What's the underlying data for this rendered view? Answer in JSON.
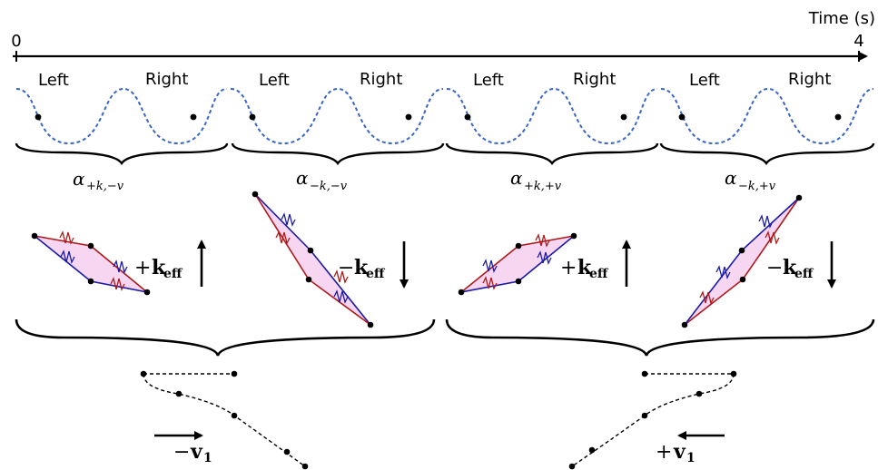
{
  "timeline": {
    "axis_label": "Time (s)",
    "start_label": "0",
    "end_label": "4"
  },
  "segments": [
    {
      "left_label": "Left",
      "right_label": "Right",
      "alpha_sub": "+k,−v"
    },
    {
      "left_label": "Left",
      "right_label": "Right",
      "alpha_sub": "−k,−v"
    },
    {
      "left_label": "Left",
      "right_label": "Right",
      "alpha_sub": "+k,+v"
    },
    {
      "left_label": "Left",
      "right_label": "Right",
      "alpha_sub": "−k,+v"
    }
  ],
  "alpha_symbol": "α",
  "interferometers": [
    {
      "sign": "+",
      "label": "k",
      "subscript": "eff",
      "arrow": "up"
    },
    {
      "sign": "−",
      "label": "k",
      "subscript": "eff",
      "arrow": "down"
    },
    {
      "sign": "+",
      "label": "k",
      "subscript": "eff",
      "arrow": "up"
    },
    {
      "sign": "−",
      "label": "k",
      "subscript": "eff",
      "arrow": "down"
    }
  ],
  "velocities": [
    {
      "sign": "−",
      "label": "v",
      "subscript": "1",
      "arrow": "right"
    },
    {
      "sign": "+",
      "label": "v",
      "subscript": "1",
      "arrow": "left"
    }
  ],
  "colors": {
    "wave": "#3a66c4",
    "upper_pulse": "#b01818",
    "lower_pulse": "#1a1aa8",
    "fill": "#f7d6f2",
    "ink": "#000000"
  }
}
